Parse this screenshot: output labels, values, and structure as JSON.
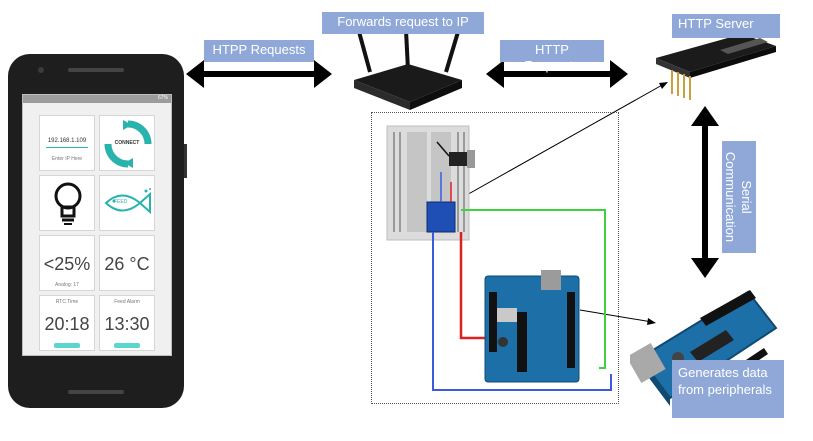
{
  "labels": {
    "http_requests_left": "HTPP Requests",
    "forwards_request": "Forwards request to IP",
    "http_requests_right": "HTTP Requests",
    "http_server": "HTTP Server",
    "serial_communication": "Serial Communication",
    "generates_data": "Generates data from peripherals"
  },
  "phone": {
    "ip_value": "192.168.1.109",
    "ip_hint": "Enter IP Here",
    "connect_label": "CONNECT",
    "fish_label": "FEED",
    "humidity": "<25%",
    "humidity_caption": "Analog: 17",
    "temperature": "26 °C",
    "rtc_caption": "RTC Time",
    "rtc_time": "20:18",
    "feed_caption": "Feed Alarm",
    "feed_time": "13:30",
    "status_right": "67%"
  },
  "colors": {
    "label_bg": "#8fa8d8",
    "teal": "#29b3ad",
    "wire_green": "#3fd13f",
    "wire_blue": "#3a5be0",
    "wire_red": "#e02020",
    "arduino_blue": "#1d6fa8"
  },
  "icons": [
    "refresh-icon",
    "lightbulb-icon",
    "fish-icon",
    "router-icon",
    "wifi-module-icon",
    "arduino-board-icon"
  ]
}
